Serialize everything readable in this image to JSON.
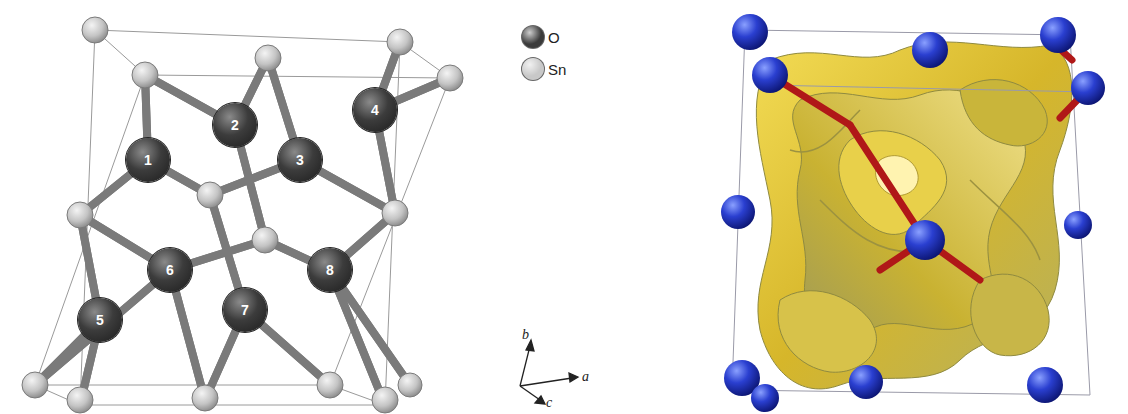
{
  "diagram": {
    "nodes": [
      {
        "text": [
          "1"
        ]
      },
      {
        "text": [
          "2"
        ]
      },
      {
        "text": [
          "3"
        ]
      },
      {
        "text": [
          "4"
        ]
      },
      {
        "text": [
          "5"
        ]
      },
      {
        "text": [
          "6"
        ]
      },
      {
        "text": [
          "7"
        ]
      },
      {
        "text": [
          "8"
        ]
      }
    ],
    "labels": [
      "b",
      "a",
      "c"
    ],
    "legend": [
      {
        "text": "O",
        "color": "#3a3a3a"
      },
      {
        "text": "Sn",
        "color": "#c8c8c8"
      }
    ]
  }
}
